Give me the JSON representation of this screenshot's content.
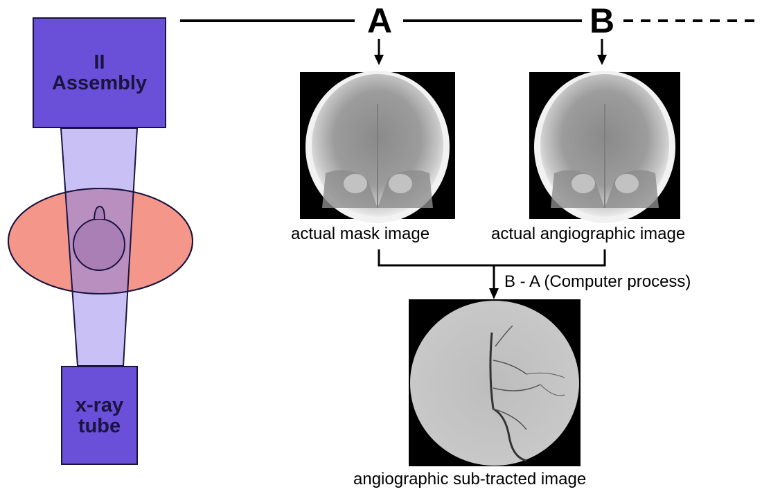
{
  "ii_assembly": {
    "line1": "II",
    "line2": "Assembly"
  },
  "xray_tube": {
    "line1": "x-ray",
    "line2": "tube"
  },
  "labels": {
    "a": "A",
    "b": "B"
  },
  "captions": {
    "mask": "actual mask image",
    "angio": "actual angiographic image",
    "subtracted": "angiographic sub-tracted image"
  },
  "process_label": "B - A (Computer process)",
  "colors": {
    "box_fill": "#6a4fd8",
    "beam_fill": "#c9c1f5",
    "patient_fill": "#f4978a",
    "patient_overlap": "#b98fc0",
    "head_overlap": "#aa7fb6",
    "outline": "#1a1440"
  },
  "icons": {
    "arrow": "down-arrow-icon",
    "bracket": "merge-bracket-icon"
  }
}
